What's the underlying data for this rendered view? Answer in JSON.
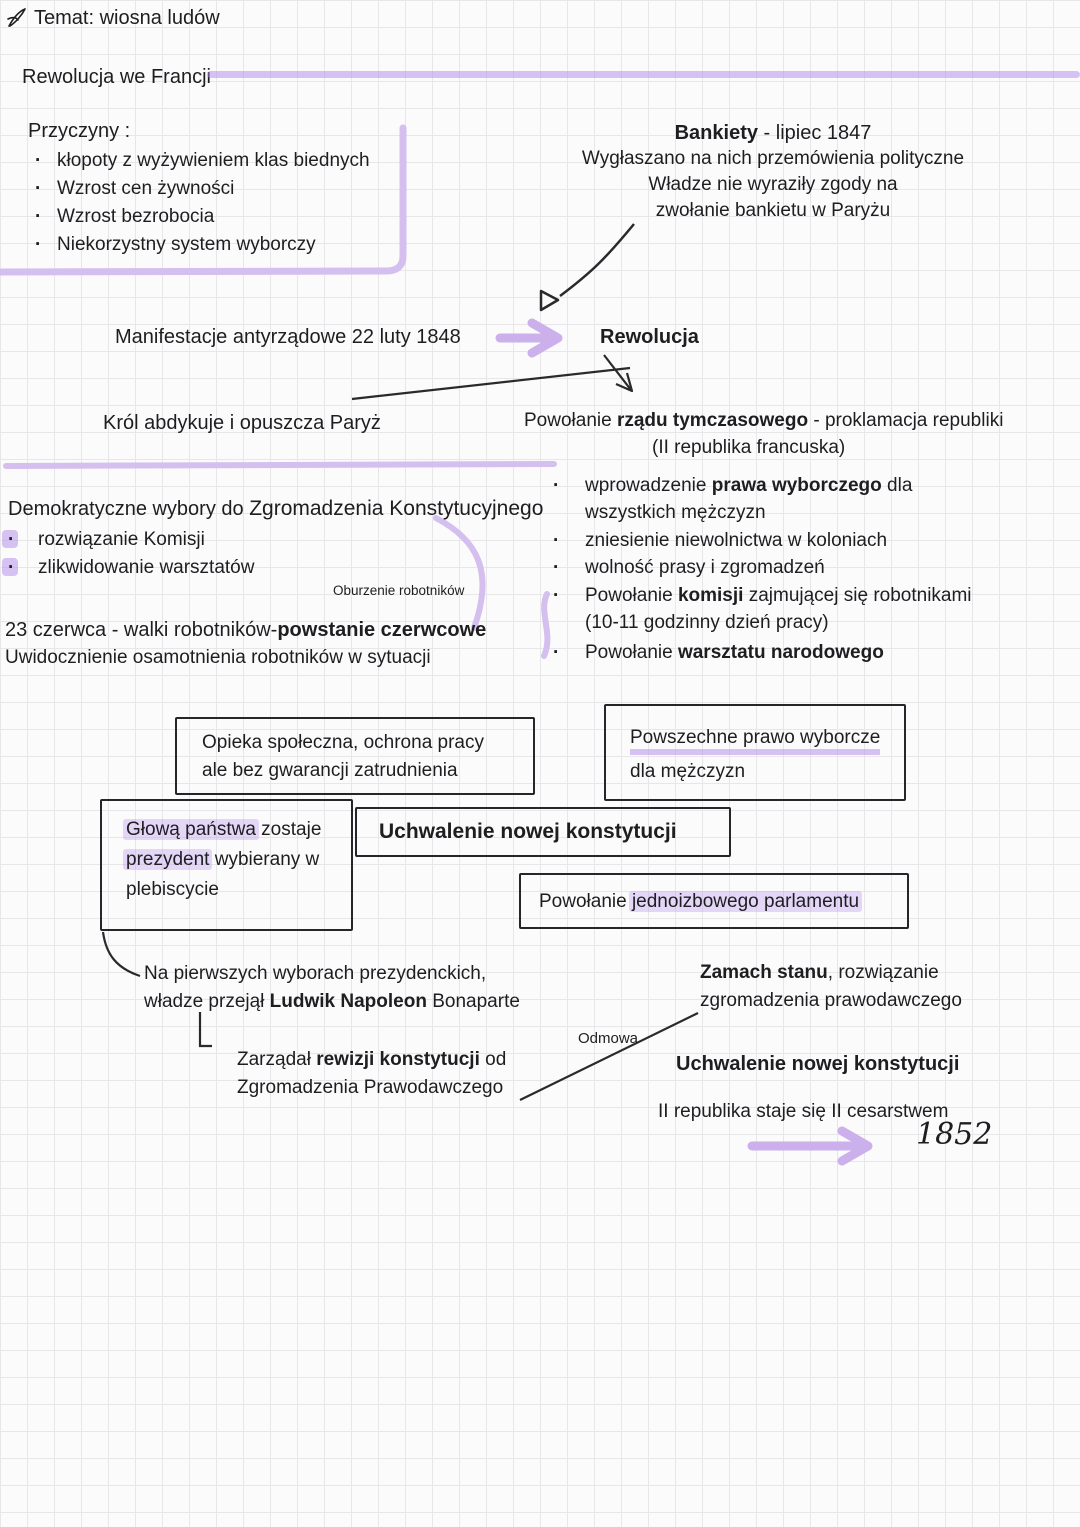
{
  "header": {
    "topic": "Temat: wiosna ludów",
    "title": "Rewolucja we Francji"
  },
  "causes": {
    "heading": "Przyczyny :",
    "items": [
      "kłopoty z wyżywieniem klas biednych",
      "Wzrost cen żywności",
      "Wzrost bezrobocia",
      "Niekorzystny system wyborczy"
    ]
  },
  "banquets": {
    "title_bold": "Bankiety",
    "title_rest": " - lipiec 1847",
    "line1": "Wygłaszano na nich przemówienia polityczne",
    "line2": "Władze nie wyraziły zgody na",
    "line3": "zwołanie bankietu w Paryżu"
  },
  "revolution": {
    "manifest": "Manifestacje antyrządowe 22 luty 1848",
    "label": "Rewolucja"
  },
  "king": "Król abdykuje i opuszcza Paryż",
  "provisional": {
    "head_pre": "Powołanie ",
    "head_bold": "rządu tymczasowego",
    "head_post": " - proklamacja republiki",
    "head_sub": "(II republika francuska)",
    "b1_pre": "wprowadzenie ",
    "b1_bold": "prawa wyborczego",
    "b1_post": " dla",
    "b1_cont": "wszystkich mężczyzn",
    "b2": "zniesienie niewolnictwa w koloniach",
    "b3": "wolność prasy i zgromadzeń",
    "b4_pre": "Powołanie ",
    "b4_bold": "komisji",
    "b4_post": " zajmującej się robotnikami",
    "b4_cont": "(10-11 godzinny dzień pracy)",
    "b5_pre": "Powołanie ",
    "b5_bold": "warsztatu narodowego"
  },
  "elections": {
    "heading_pre": "Demokratyczne wybory do ",
    "heading_big": "Zgromadzenia Konstytucyjnego",
    "items": [
      "rozwiązanie Komisji",
      "zlikwidowanie warsztatów"
    ],
    "note": "Oburzenie robotników"
  },
  "june": {
    "line1_pre": "23 czerwca - walki robotników-",
    "line1_bold": "powstanie czerwcowe",
    "line2": "Uwidocznienie osamotnienia robotników w sytuacji"
  },
  "constitution": {
    "welfare_l1": "Opieka społeczna, ochrona pracy",
    "welfare_l2": "ale bez gwarancji zatrudnienia",
    "suffrage_l1": "Powszechne prawo wyborcze",
    "suffrage_l2": "dla mężczyzn",
    "main": "Uchwalenie nowej konstytucji",
    "president_l1_hl": "Głową państwa",
    "president_l1_rest": " zostaje",
    "president_l2_hl": "prezydent",
    "president_l2_rest": " wybierany w",
    "president_l3": "plebiscycie",
    "parliament_pre": "Powołanie ",
    "parliament_hl": "jednoizbowego parlamentu"
  },
  "napoleon": {
    "line1": "Na pierwszych wyborach prezydenckich,",
    "line2_pre": "władze przejął ",
    "line2_bold": "Ludwik Napoleon",
    "line2_post": " Bonaparte",
    "revision_l1_pre": "Zarządał ",
    "revision_l1_bold": "rewizji konstytucji",
    "revision_l1_post": " od",
    "revision_l2": "Zgromadzenia Prawodawczego",
    "refusal": "Odmowa"
  },
  "coup": {
    "l1_bold": "Zamach stanu",
    "l1_post": ", rozwiązanie",
    "l2": "zgromadzenia prawodawczego",
    "new_constitution": "Uchwalenie nowej konstytucji",
    "empire": "II republika staje się II cesarstwem",
    "year": "1852"
  },
  "colors": {
    "highlight_purple": "#b18ae8",
    "ink_black": "#1e1e21",
    "grid_gray": "#e7e7ea"
  }
}
